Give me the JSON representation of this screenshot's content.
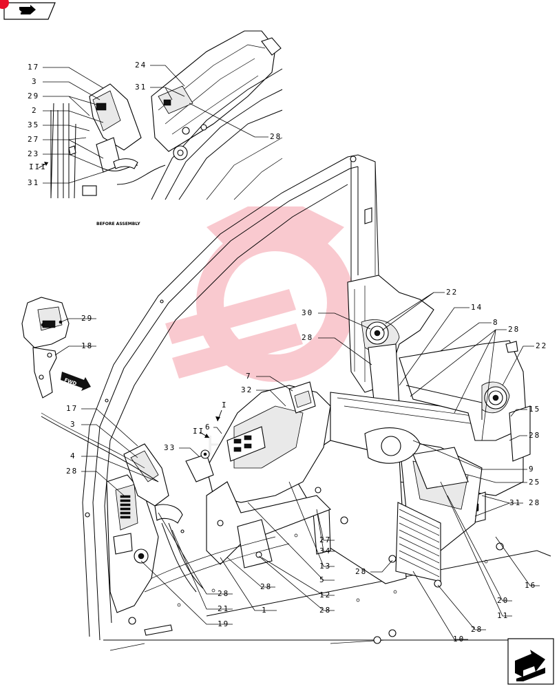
{
  "nav": {
    "badge_color": "#e8102a",
    "prev_icon": "page-back-arrow-icon",
    "next_icon": "page-forward-arrow-icon"
  },
  "diagram": {
    "detail_caption": "BEFORE ASSEMBLY",
    "fwd_label": "FWD",
    "view_markers": {
      "view_one": "I",
      "view_two": "II",
      "view_three": "III"
    },
    "watermark_color": "#e8102a",
    "callouts": [
      "17",
      "3",
      "29",
      "2",
      "35",
      "27",
      "23",
      "31",
      "24",
      "31",
      "28",
      "29",
      "18",
      "17",
      "3",
      "4",
      "28",
      "33",
      "6",
      "32",
      "7",
      "30",
      "28",
      "22",
      "14",
      "8",
      "28",
      "22",
      "15",
      "28",
      "9",
      "25",
      "31",
      "28",
      "27",
      "34",
      "13",
      "5",
      "28",
      "12",
      "28",
      "1",
      "21",
      "28",
      "19",
      "28",
      "10",
      "28",
      "11",
      "20",
      "16"
    ]
  }
}
